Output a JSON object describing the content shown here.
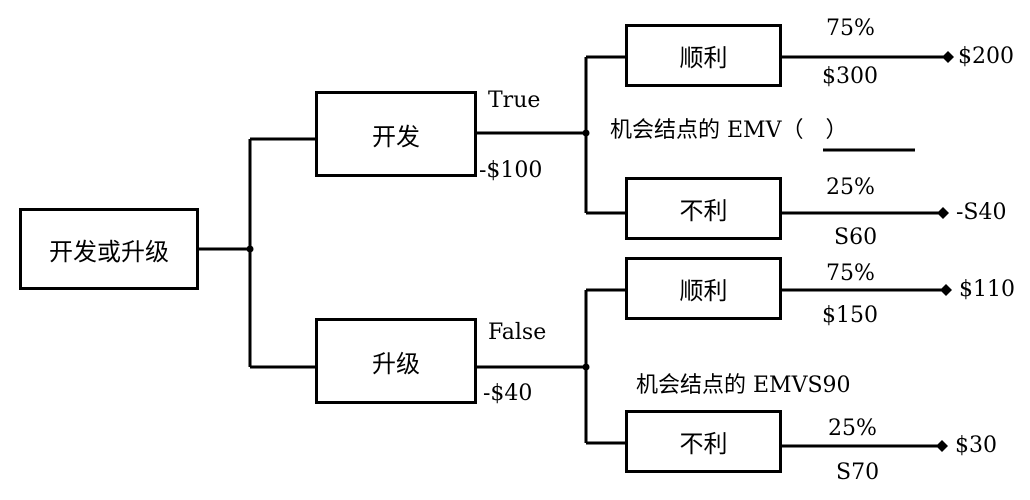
{
  "nodes": {
    "root": "开发或升级",
    "develop": "开发",
    "upgrade": "升级",
    "dev_fav": "顺利",
    "dev_unfav": "不利",
    "up_fav": "顺利",
    "up_unfav": "不利"
  },
  "decisions": {
    "develop": {
      "label": "True",
      "cost": "-$100"
    },
    "upgrade": {
      "label": "False",
      "cost": "-$40"
    }
  },
  "chance": {
    "develop_emv_label": "机会结点的 EMV（　）",
    "upgrade_emv_label": "机会结点的 EMVS90"
  },
  "outcomes": {
    "dev_fav": {
      "prob": "75%",
      "value": "$300",
      "result": "$200"
    },
    "dev_unfav": {
      "prob": "25%",
      "value": "S60",
      "result": "-S40"
    },
    "up_fav": {
      "prob": "75%",
      "value": "$150",
      "result": "$110"
    },
    "up_unfav": {
      "prob": "25%",
      "value": "S70",
      "result": "$30"
    }
  }
}
